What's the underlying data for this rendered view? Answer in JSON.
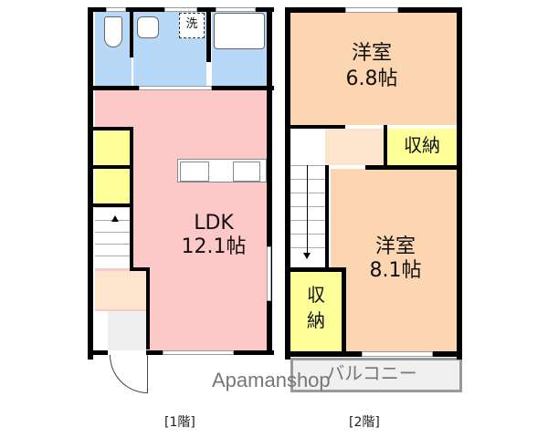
{
  "floors": [
    {
      "caption": "[1階]",
      "rooms": [
        {
          "id": "toilet",
          "label": "",
          "color": "#b8d8f8"
        },
        {
          "id": "washroom",
          "label": "",
          "color": "#b8d8f8"
        },
        {
          "id": "washer",
          "label": "洗"
        },
        {
          "id": "bath",
          "label": "",
          "color": "#b8d8f8"
        },
        {
          "id": "ldk",
          "label": "LDK",
          "area": "12.1帖",
          "color": "#fcc8c8"
        },
        {
          "id": "closet-1",
          "label": "",
          "color": "#ffff99"
        },
        {
          "id": "closet-2",
          "label": "",
          "color": "#ffff99"
        },
        {
          "id": "entrance-hall",
          "label": "",
          "color": "#fde4cc"
        },
        {
          "id": "genkan",
          "label": "",
          "color": "#eeeeee"
        }
      ]
    },
    {
      "caption": "[2階]",
      "rooms": [
        {
          "id": "western-room-1",
          "label": "洋室",
          "area": "6.8帖",
          "color": "#fcd6b0"
        },
        {
          "id": "storage-1",
          "label": "収納",
          "color": "#ffff99"
        },
        {
          "id": "western-room-2",
          "label": "洋室",
          "area": "8.1帖",
          "color": "#fcd6b0"
        },
        {
          "id": "storage-2",
          "label_top": "収",
          "label_bottom": "納",
          "color": "#ffff99"
        },
        {
          "id": "hall-2f",
          "label": "",
          "color": "#fde4cc"
        },
        {
          "id": "balcony",
          "label": "バルコニー",
          "color": "#f0f0f0"
        }
      ]
    }
  ],
  "watermark": "Apamanshop"
}
